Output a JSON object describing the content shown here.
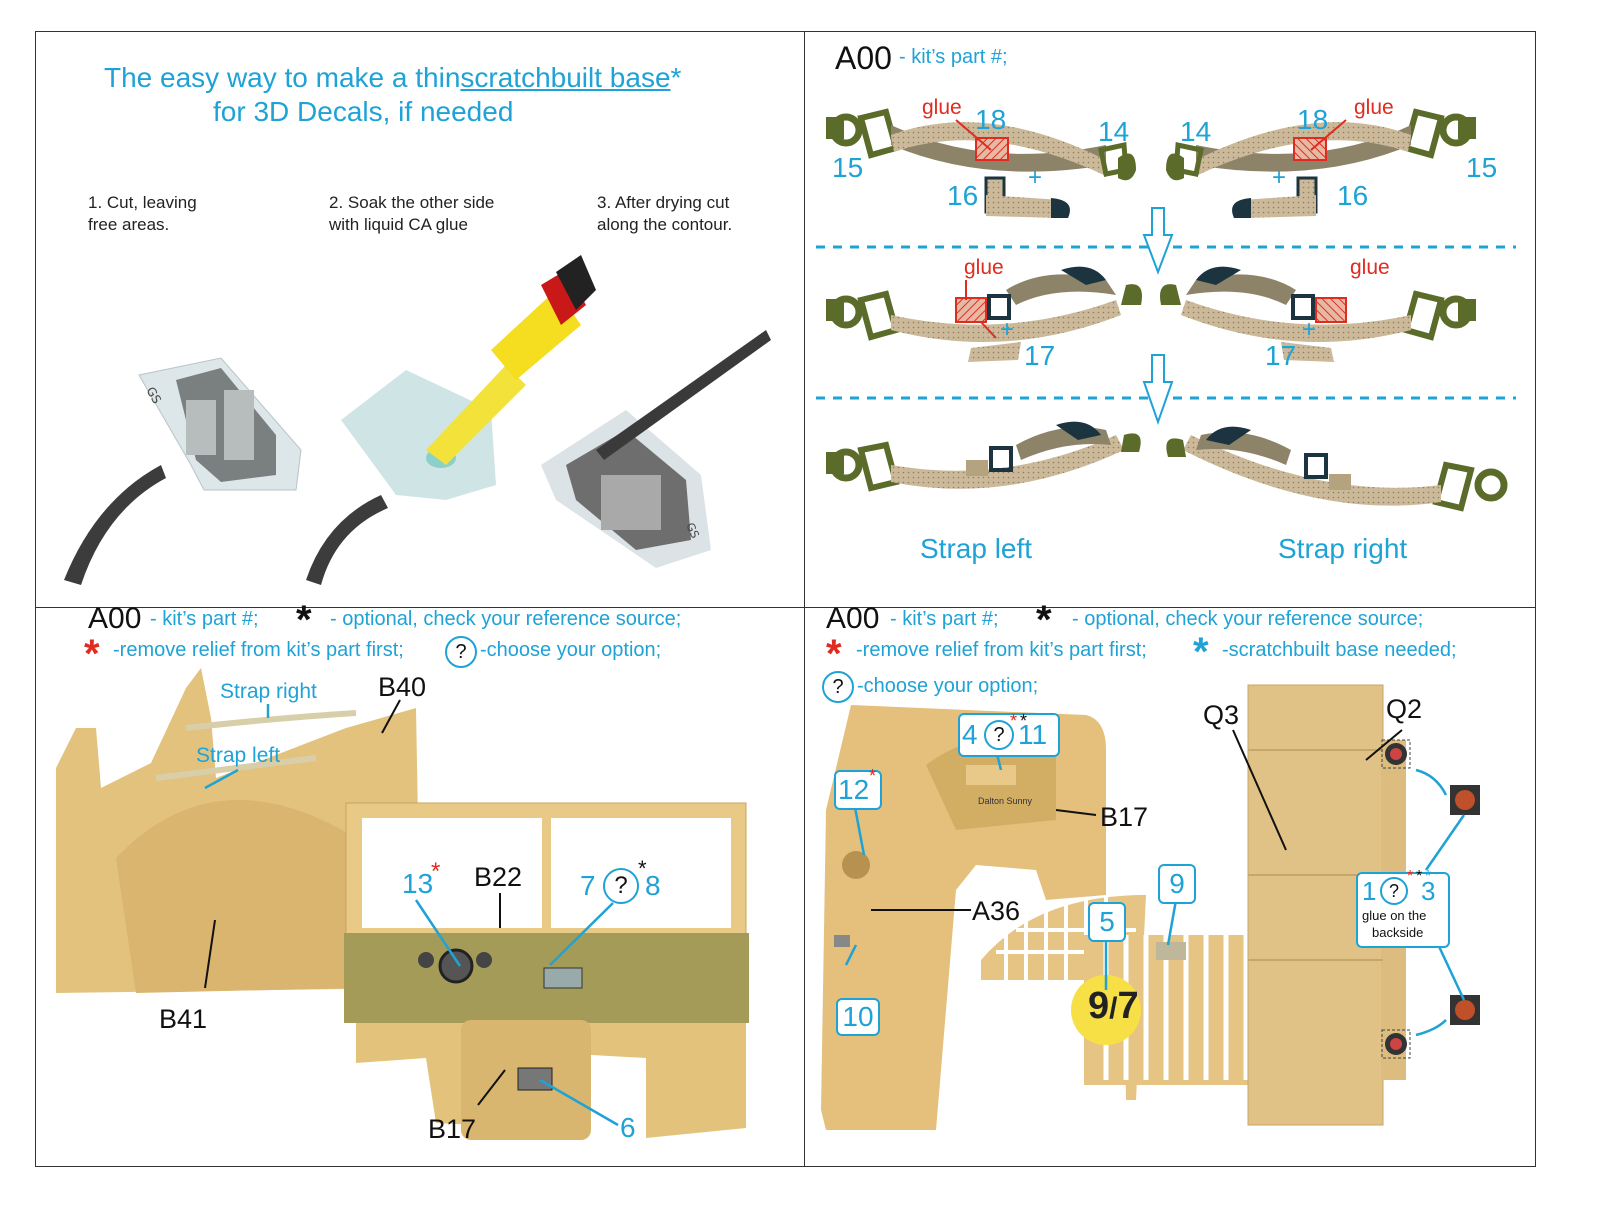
{
  "top_left": {
    "title_line1_pre": "The easy way to make a thin",
    "title_line1_link": "scratchbuilt base",
    "title_star": "*",
    "title_line2": "for 3D Decals, if needed",
    "steps": [
      {
        "line1": "1. Cut, leaving",
        "line2": "free areas."
      },
      {
        "line1": "2. Soak the other side",
        "line2": "with liquid CA glue"
      },
      {
        "line1": "3. After drying cut",
        "line2": "along the contour."
      }
    ],
    "decal_code": "GS"
  },
  "top_right": {
    "legend_code": "A00",
    "legend_text": "- kit’s part #;",
    "glue": "glue",
    "plus": "+",
    "parts": {
      "p14": "14",
      "p15": "15",
      "p16": "16",
      "p17": "17",
      "p18": "18"
    },
    "strap_left": "Strap left",
    "strap_right": "Strap right"
  },
  "bottom_left": {
    "legend_code": "A00",
    "legend_text1": "- kit’s part #;",
    "star": "*",
    "legend_text2": "- optional, check your reference source;",
    "legend_text3": "-remove relief from kit’s part first;",
    "q": "?",
    "legend_text4": "-choose your option;",
    "labels": {
      "strap_right": "Strap right",
      "strap_left": "Strap left",
      "b40": "B40",
      "b41": "B41",
      "b22": "B22",
      "b17": "B17",
      "p13": "13",
      "p7": "7",
      "p8": "8",
      "p6": "6"
    }
  },
  "bottom_right": {
    "legend_code": "A00",
    "legend_text1": "- kit’s part #;",
    "star": "*",
    "legend_text2": "- optional, check your reference source;",
    "legend_text3": "-remove relief from kit’s part first;",
    "legend_text4": "-scratchbuilt base needed;",
    "q": "?",
    "legend_text5": "-choose your option;",
    "labels": {
      "q3": "Q3",
      "q2": "Q2",
      "b17": "B17",
      "a36": "A36",
      "p4": "4",
      "p11": "11",
      "p12": "12",
      "p10": "10",
      "p5": "5",
      "p9": "9",
      "p1": "1",
      "p3": "3",
      "glue_backside1": "glue on the",
      "glue_backside2": "backside",
      "badge_top": "9",
      "badge_bottom": "7",
      "dial_text": "Dalton Sunny"
    }
  },
  "colors": {
    "accent_blue": "#1fa2d6",
    "glue_red": "#e02b20",
    "resin": "#e6c483",
    "strap_olive": "#5b6b2a",
    "webbing": "#cbb99a"
  }
}
